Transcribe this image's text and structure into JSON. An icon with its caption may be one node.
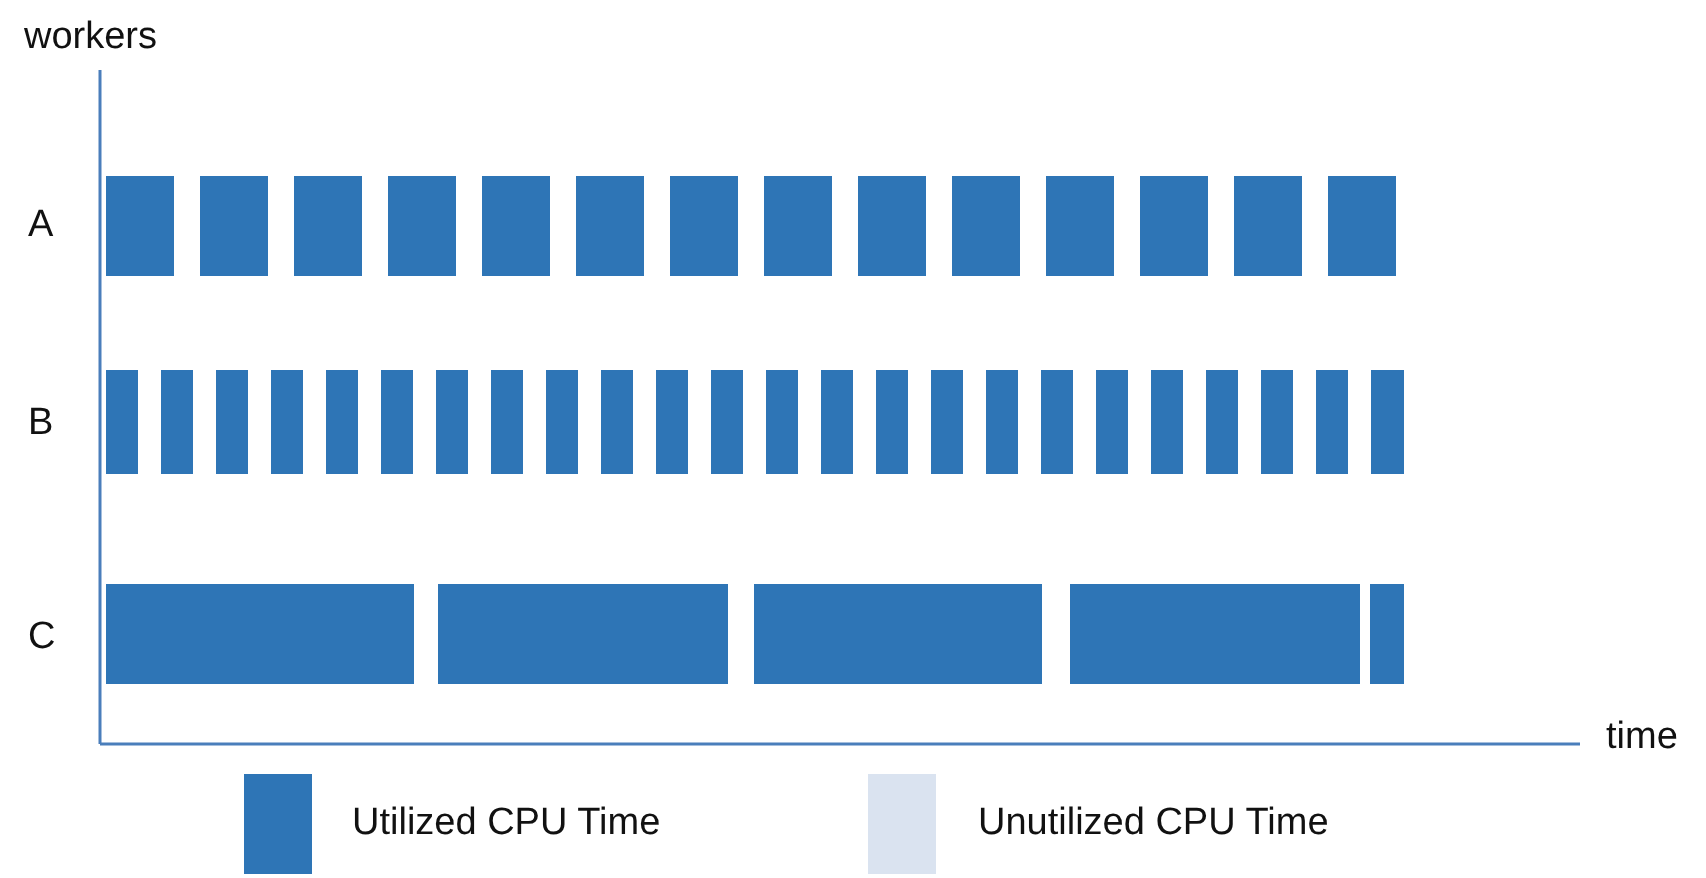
{
  "diagram": {
    "labels": [
      "workers",
      "A",
      "B",
      "C",
      "time"
    ],
    "legend": [
      {
        "text": "Utilized CPU Time",
        "color": "#2e75b6"
      },
      {
        "text": "Unutilized CPU Time",
        "color": "#dae3f0"
      }
    ]
  }
}
